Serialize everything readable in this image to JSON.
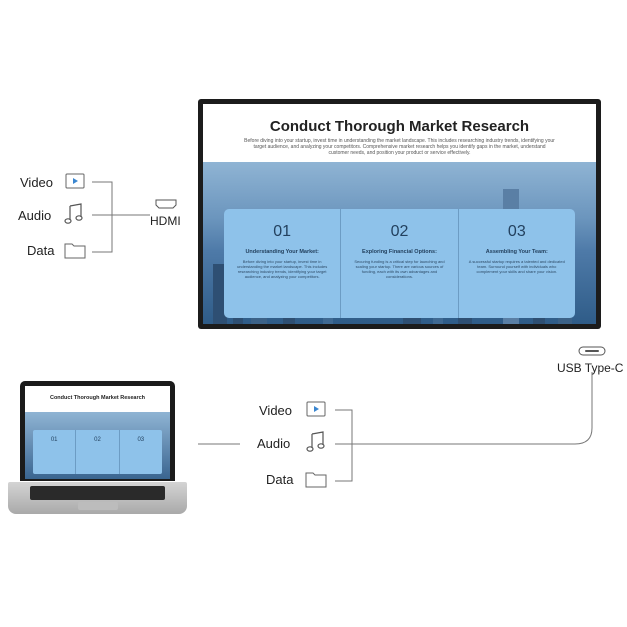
{
  "left_group": {
    "video_label": "Video",
    "audio_label": "Audio",
    "data_label": "Data",
    "port_label": "HDMI"
  },
  "monitor": {
    "title": "Conduct Thorough Market Research",
    "paragraph": "Before diving into your startup, invest time in understanding the market landscape. This includes researching industry trends, identifying your target audience, and analyzing your competitors. Comprehensive market research helps you identify gaps in the market, understand customer needs, and position your product or service effectively.",
    "cards": [
      {
        "num": "01",
        "heading": "Understanding Your Market:",
        "body": "Before diving into your startup, invest time in understanding the market landscape. This includes researching industry trends, identifying your target audience, and analyzing your competitors."
      },
      {
        "num": "02",
        "heading": "Exploring Financial Options:",
        "body": "Securing funding is a critical step for launching and scaling your startup. There are various sources of funding, each with its own advantages and considerations."
      },
      {
        "num": "03",
        "heading": "Assembling Your Team:",
        "body": "A successful startup requires a talented and dedicated team. Surround yourself with individuals who complement your skills and share your vision."
      }
    ]
  },
  "laptop": {
    "title": "Conduct Thorough Market Research",
    "cards": [
      "01",
      "02",
      "03"
    ]
  },
  "bottom_group": {
    "video_label": "Video",
    "audio_label": "Audio",
    "data_label": "Data",
    "port_label": "USB Type-C"
  }
}
